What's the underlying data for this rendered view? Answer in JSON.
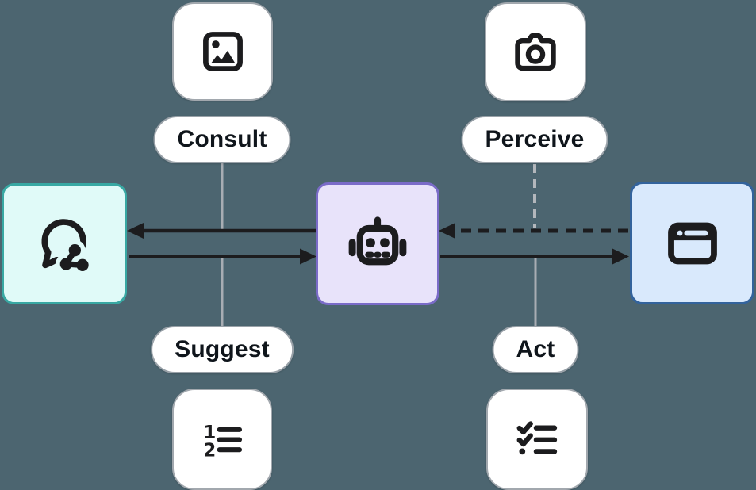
{
  "diagram": {
    "background_color": "#4C6570",
    "arrow_color": "#1C1C1E",
    "connector_color": "#A8ADB3",
    "connector_dash_color": "#B3B7BC",
    "labels": {
      "consult": "Consult",
      "perceive": "Perceive",
      "suggest": "Suggest",
      "act": "Act"
    },
    "nodes": [
      {
        "id": "chat",
        "icon": "chat-share-icon",
        "fill": "#E0FAF8",
        "border": "#38A8A3"
      },
      {
        "id": "agent",
        "icon": "robot-icon",
        "fill": "#E8E3FA",
        "border": "#7A6BC8"
      },
      {
        "id": "browser",
        "icon": "browser-window-icon",
        "fill": "#D9E9FC",
        "border": "#33639C"
      }
    ],
    "edges": [
      {
        "from": "agent",
        "to": "chat",
        "style": "solid",
        "label": "Consult"
      },
      {
        "from": "chat",
        "to": "agent",
        "style": "solid",
        "label": "Suggest"
      },
      {
        "from": "browser",
        "to": "agent",
        "style": "dashed",
        "label": "Perceive"
      },
      {
        "from": "agent",
        "to": "browser",
        "style": "solid",
        "label": "Act"
      }
    ],
    "accessory_icons": [
      {
        "id": "image-icon",
        "attached_to": "Consult"
      },
      {
        "id": "camera-icon",
        "attached_to": "Perceive"
      },
      {
        "id": "ordered-list-icon",
        "attached_to": "Suggest"
      },
      {
        "id": "checklist-icon",
        "attached_to": "Act"
      }
    ]
  }
}
